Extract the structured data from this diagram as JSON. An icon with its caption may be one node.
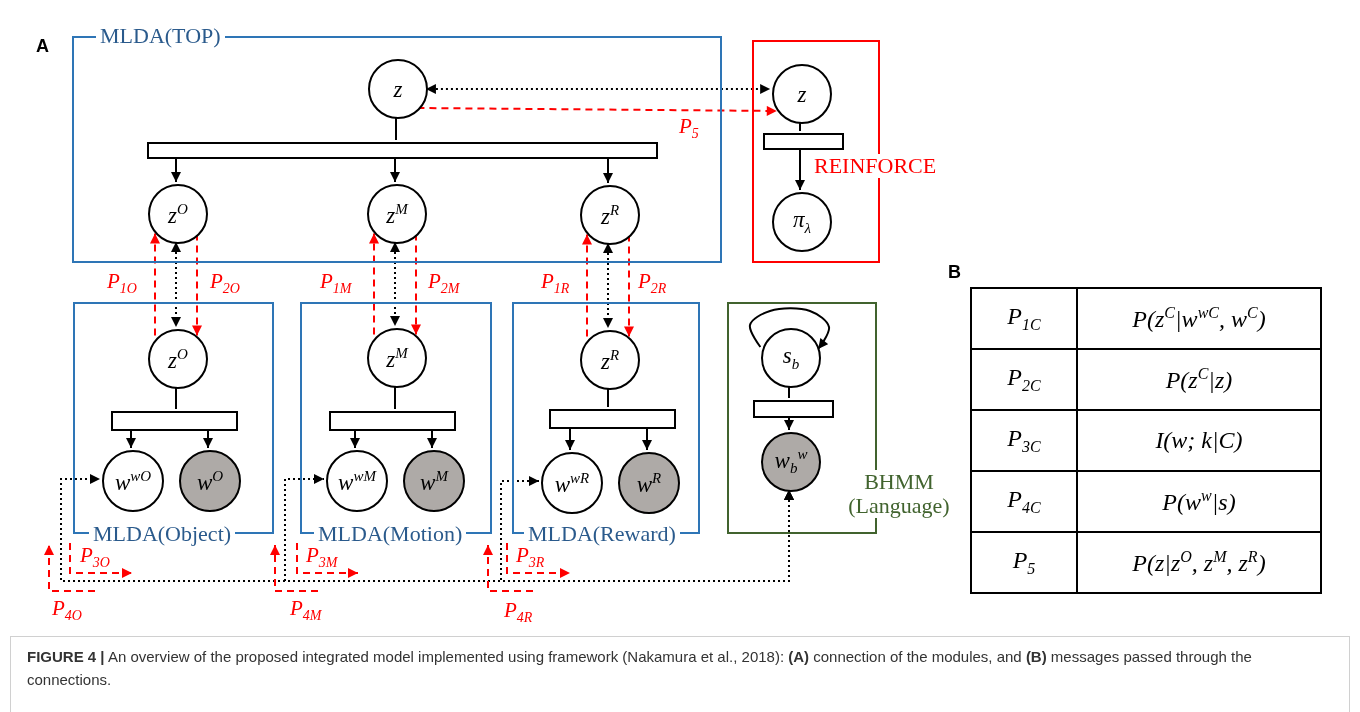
{
  "diagram": {
    "caption": "**FIGURE 4 |** An overview of the proposed integrated model implemented using framework (Nakamura et al., 2018): **(A)** connection of the modules, and **(B)** messages passed through the connections.",
    "nodes": [
      {
        "text": [
          "MLDA(TOP)"
        ]
      },
      {
        "text": [
          "z"
        ],
        "in": 0
      },
      {
        "text": [],
        "shape": "bar",
        "in": 0
      },
      {
        "text": [
          "z$^{O}$"
        ],
        "in": 0
      },
      {
        "text": [
          "z$^{M}$"
        ],
        "in": 0
      },
      {
        "text": [
          "z$^{R}$"
        ],
        "in": 0
      },
      {
        "text": [
          "REINFORCE"
        ]
      },
      {
        "text": [
          "z"
        ],
        "in": 6
      },
      {
        "text": [],
        "shape": "bar",
        "in": 6
      },
      {
        "text": [
          "π$_{λ}$"
        ],
        "in": 6
      },
      {
        "text": [
          "MLDA(Object)"
        ]
      },
      {
        "text": [
          "z$^{O}$"
        ],
        "in": 10
      },
      {
        "text": [],
        "shape": "bar",
        "in": 10
      },
      {
        "text": [
          "w$^{wO}$"
        ],
        "in": 10
      },
      {
        "text": [
          "w$^{O}$"
        ],
        "in": 10
      },
      {
        "text": [
          "MLDA(Motion)"
        ]
      },
      {
        "text": [
          "z$^{M}$"
        ],
        "in": 15
      },
      {
        "text": [],
        "shape": "bar",
        "in": 15
      },
      {
        "text": [
          "w$^{wM}$"
        ],
        "in": 15
      },
      {
        "text": [
          "w$^{M}$"
        ],
        "in": 15
      },
      {
        "text": [
          "MLDA(Reward)"
        ]
      },
      {
        "text": [
          "z$^{R}$"
        ],
        "in": 20
      },
      {
        "text": [],
        "shape": "bar",
        "in": 20
      },
      {
        "text": [
          "w$^{wR}$"
        ],
        "in": 20
      },
      {
        "text": [
          "w$^{R}$"
        ],
        "in": 20
      },
      {
        "text": [
          "BHMM (Language)"
        ]
      },
      {
        "text": [
          "s$_{b}$"
        ],
        "in": 25
      },
      {
        "text": [],
        "shape": "bar",
        "in": 25
      },
      {
        "text": [
          "w$_{b}$$^{w}$"
        ],
        "in": 25
      }
    ],
    "edges": [
      {
        "from": 1,
        "to": 2,
        "arrow": "none"
      },
      {
        "from": 2,
        "to": 3,
        "arrow": "to"
      },
      {
        "from": 2,
        "to": 4,
        "arrow": "to"
      },
      {
        "from": 2,
        "to": 5,
        "arrow": "to"
      },
      {
        "from": 7,
        "to": 8,
        "arrow": "none"
      },
      {
        "from": 8,
        "to": 9,
        "arrow": "to"
      },
      {
        "from": 1,
        "to": 7,
        "arrow": "both",
        "style": "dashed"
      },
      {
        "from": 1,
        "to": 7,
        "arrow": "to",
        "label": "P$_{5}$",
        "style": "dashed",
        "color": "#ff0000"
      },
      {
        "from": 3,
        "to": 11,
        "arrow": "both",
        "style": "dashed"
      },
      {
        "from": 11,
        "to": 3,
        "arrow": "to",
        "label": "P$_{1O}$",
        "style": "dashed",
        "color": "#ff0000"
      },
      {
        "from": 3,
        "to": 11,
        "arrow": "to",
        "label": "P$_{2O}$",
        "style": "dashed",
        "color": "#ff0000"
      },
      {
        "from": 4,
        "to": 16,
        "arrow": "both",
        "style": "dashed"
      },
      {
        "from": 16,
        "to": 4,
        "arrow": "to",
        "label": "P$_{1M}$",
        "style": "dashed",
        "color": "#ff0000"
      },
      {
        "from": 4,
        "to": 16,
        "arrow": "to",
        "label": "P$_{2M}$",
        "style": "dashed",
        "color": "#ff0000"
      },
      {
        "from": 5,
        "to": 21,
        "arrow": "both",
        "style": "dashed"
      },
      {
        "from": 21,
        "to": 5,
        "arrow": "to",
        "label": "P$_{1R}$",
        "style": "dashed",
        "color": "#ff0000"
      },
      {
        "from": 5,
        "to": 21,
        "arrow": "to",
        "label": "P$_{2R}$",
        "style": "dashed",
        "color": "#ff0000"
      },
      {
        "from": 11,
        "to": 12,
        "arrow": "none"
      },
      {
        "from": 12,
        "to": 13,
        "arrow": "to"
      },
      {
        "from": 12,
        "to": 14,
        "arrow": "to"
      },
      {
        "from": 16,
        "to": 17,
        "arrow": "none"
      },
      {
        "from": 17,
        "to": 18,
        "arrow": "to"
      },
      {
        "from": 17,
        "to": 19,
        "arrow": "to"
      },
      {
        "from": 21,
        "to": 22,
        "arrow": "none"
      },
      {
        "from": 22,
        "to": 23,
        "arrow": "to"
      },
      {
        "from": 22,
        "to": 24,
        "arrow": "to"
      },
      {
        "from": 26,
        "to": 26,
        "arrow": "to"
      },
      {
        "from": 26,
        "to": 27,
        "arrow": "none"
      },
      {
        "from": 27,
        "to": 28,
        "arrow": "to"
      },
      {
        "from": 28,
        "to": 13,
        "arrow": "both",
        "style": "dashed"
      },
      {
        "from": 28,
        "to": 18,
        "arrow": "both",
        "style": "dashed"
      },
      {
        "from": 28,
        "to": 23,
        "arrow": "both",
        "style": "dashed"
      }
    ],
    "labels": [
      "A",
      "P$_{3O}$",
      "P$_{4O}$",
      "P$_{3M}$",
      "P$_{4M}$",
      "P$_{3R}$",
      "P$_{4R}$",
      "B",
      "P$_{1C}$",
      "P(z$^{C}$|w$^{wC}$, w$^{C}$)",
      "P$_{2C}$",
      "P(z$^{C}$|z)",
      "P$_{3C}$",
      "I(w; k|C)",
      "P$_{4C}$",
      "P(w$^{w}$|s)",
      "P$_{5}$",
      "P(z|z$^{O}$, z$^{M}$, z$^{R}$)"
    ]
  }
}
